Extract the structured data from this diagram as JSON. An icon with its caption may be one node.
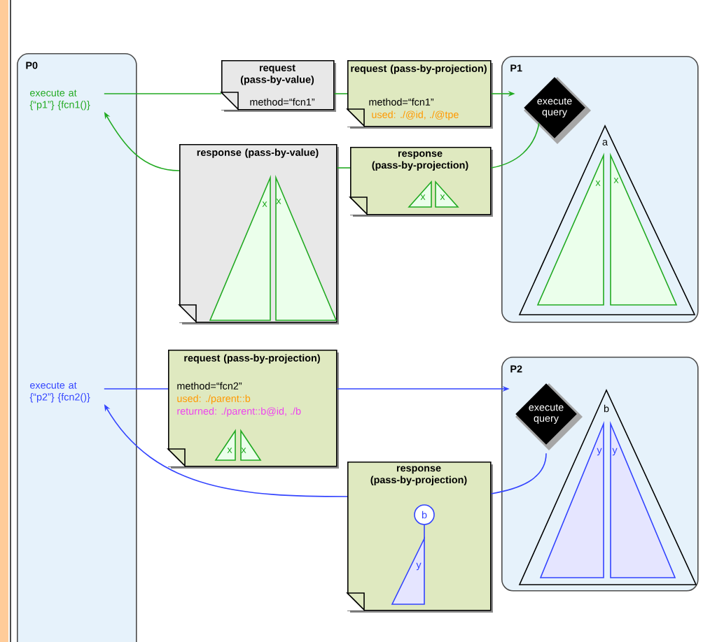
{
  "diagram": {
    "nodes": [
      {
        "text": [
          "P0"
        ]
      },
      {
        "text": [
          "execute at {“p1”} {fcn1()}"
        ],
        "in": 0
      },
      {
        "text": [
          "execute at {“p2”} {fcn2()}"
        ],
        "in": 0
      },
      {
        "text": [
          "request (pass-by-value)",
          "method=“fcn1”"
        ]
      },
      {
        "text": [
          "request (pass-by-projection)",
          "method=“fcn1”",
          "used: ./@id, ./@tpe"
        ]
      },
      {
        "text": [
          "P1"
        ]
      },
      {
        "text": [
          "execute query"
        ],
        "in": 5
      },
      {
        "text": [
          "response (pass-by-value)"
        ]
      },
      {
        "text": [
          "response (pass-by-projection)"
        ]
      },
      {
        "text": [
          "request (pass-by-projection)",
          "method=“fcn2”",
          "used: ./parent::b",
          "returned: ./parent::b@id, ./b"
        ]
      },
      {
        "text": [
          "P2"
        ]
      },
      {
        "text": [
          "execute query"
        ],
        "in": 10
      },
      {
        "text": [
          "response (pass-by-projection)"
        ]
      }
    ],
    "edges": [
      {
        "from": 1,
        "to": 3,
        "arrow": "none",
        "color": "#22aa22"
      },
      {
        "from": 3,
        "to": 4,
        "arrow": "none",
        "color": "#22aa22"
      },
      {
        "from": 4,
        "to": 6,
        "arrow": "to",
        "color": "#22aa22"
      },
      {
        "from": 6,
        "to": 8,
        "arrow": "none",
        "color": "#22aa22"
      },
      {
        "from": 8,
        "to": 7,
        "arrow": "none",
        "color": "#22aa22"
      },
      {
        "from": 7,
        "to": 1,
        "arrow": "to",
        "color": "#22aa22"
      },
      {
        "from": 2,
        "to": 9,
        "arrow": "none",
        "color": "#3344ff"
      },
      {
        "from": 9,
        "to": 11,
        "arrow": "to",
        "color": "#3344ff"
      },
      {
        "from": 11,
        "to": 12,
        "arrow": "none",
        "color": "#3344ff"
      },
      {
        "from": 12,
        "to": 2,
        "arrow": "to",
        "color": "#3344ff"
      }
    ],
    "labels": [
      "x",
      "x",
      "x",
      "x",
      "a",
      "x",
      "x",
      "x",
      "x",
      "b",
      "y",
      "y",
      "b",
      "y"
    ]
  }
}
